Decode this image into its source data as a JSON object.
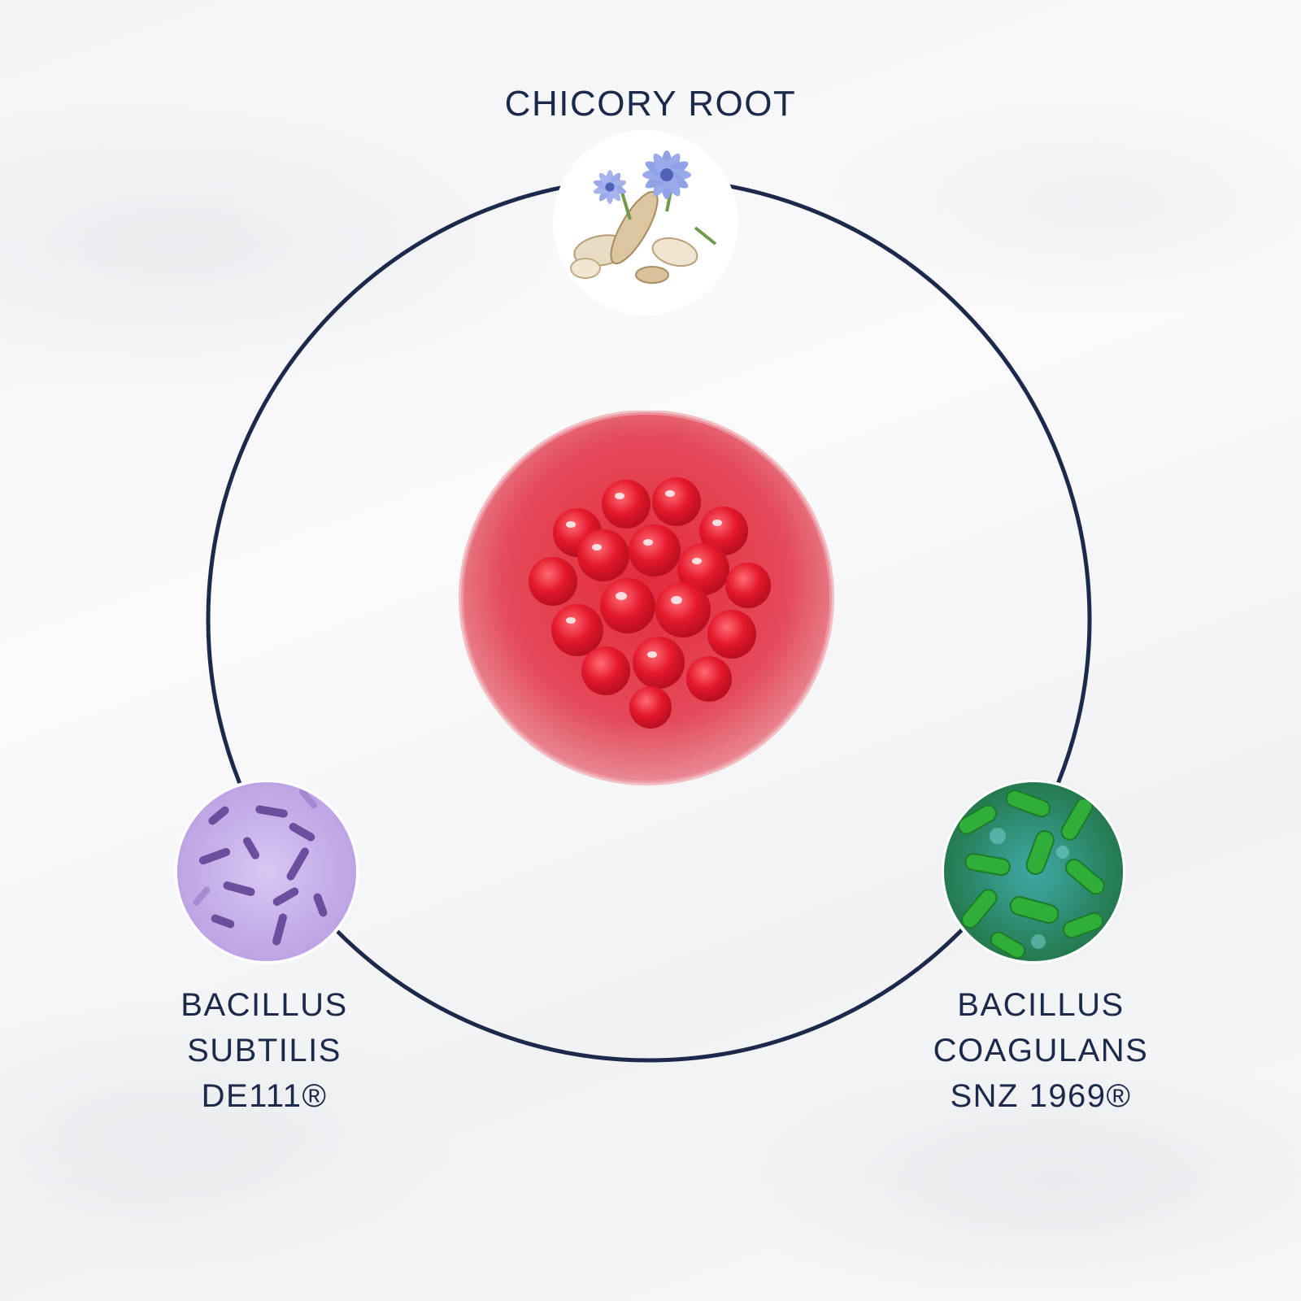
{
  "labels": {
    "top": "CHICORY ROOT",
    "left": [
      "BACILLUS",
      "SUBTILIS",
      "DE111®"
    ],
    "right": [
      "BACILLUS",
      "COAGULANS",
      "SNZ 1969®"
    ]
  },
  "colors": {
    "ring": "#1b2a4a",
    "text": "#1b2a4a",
    "gummy": "#e8283a"
  },
  "images": {
    "top": "chicory-root-photo",
    "left": "bacillus-subtilis-micrograph",
    "right": "bacillus-coagulans-micrograph",
    "center": "raspberry-gummy-photo"
  }
}
